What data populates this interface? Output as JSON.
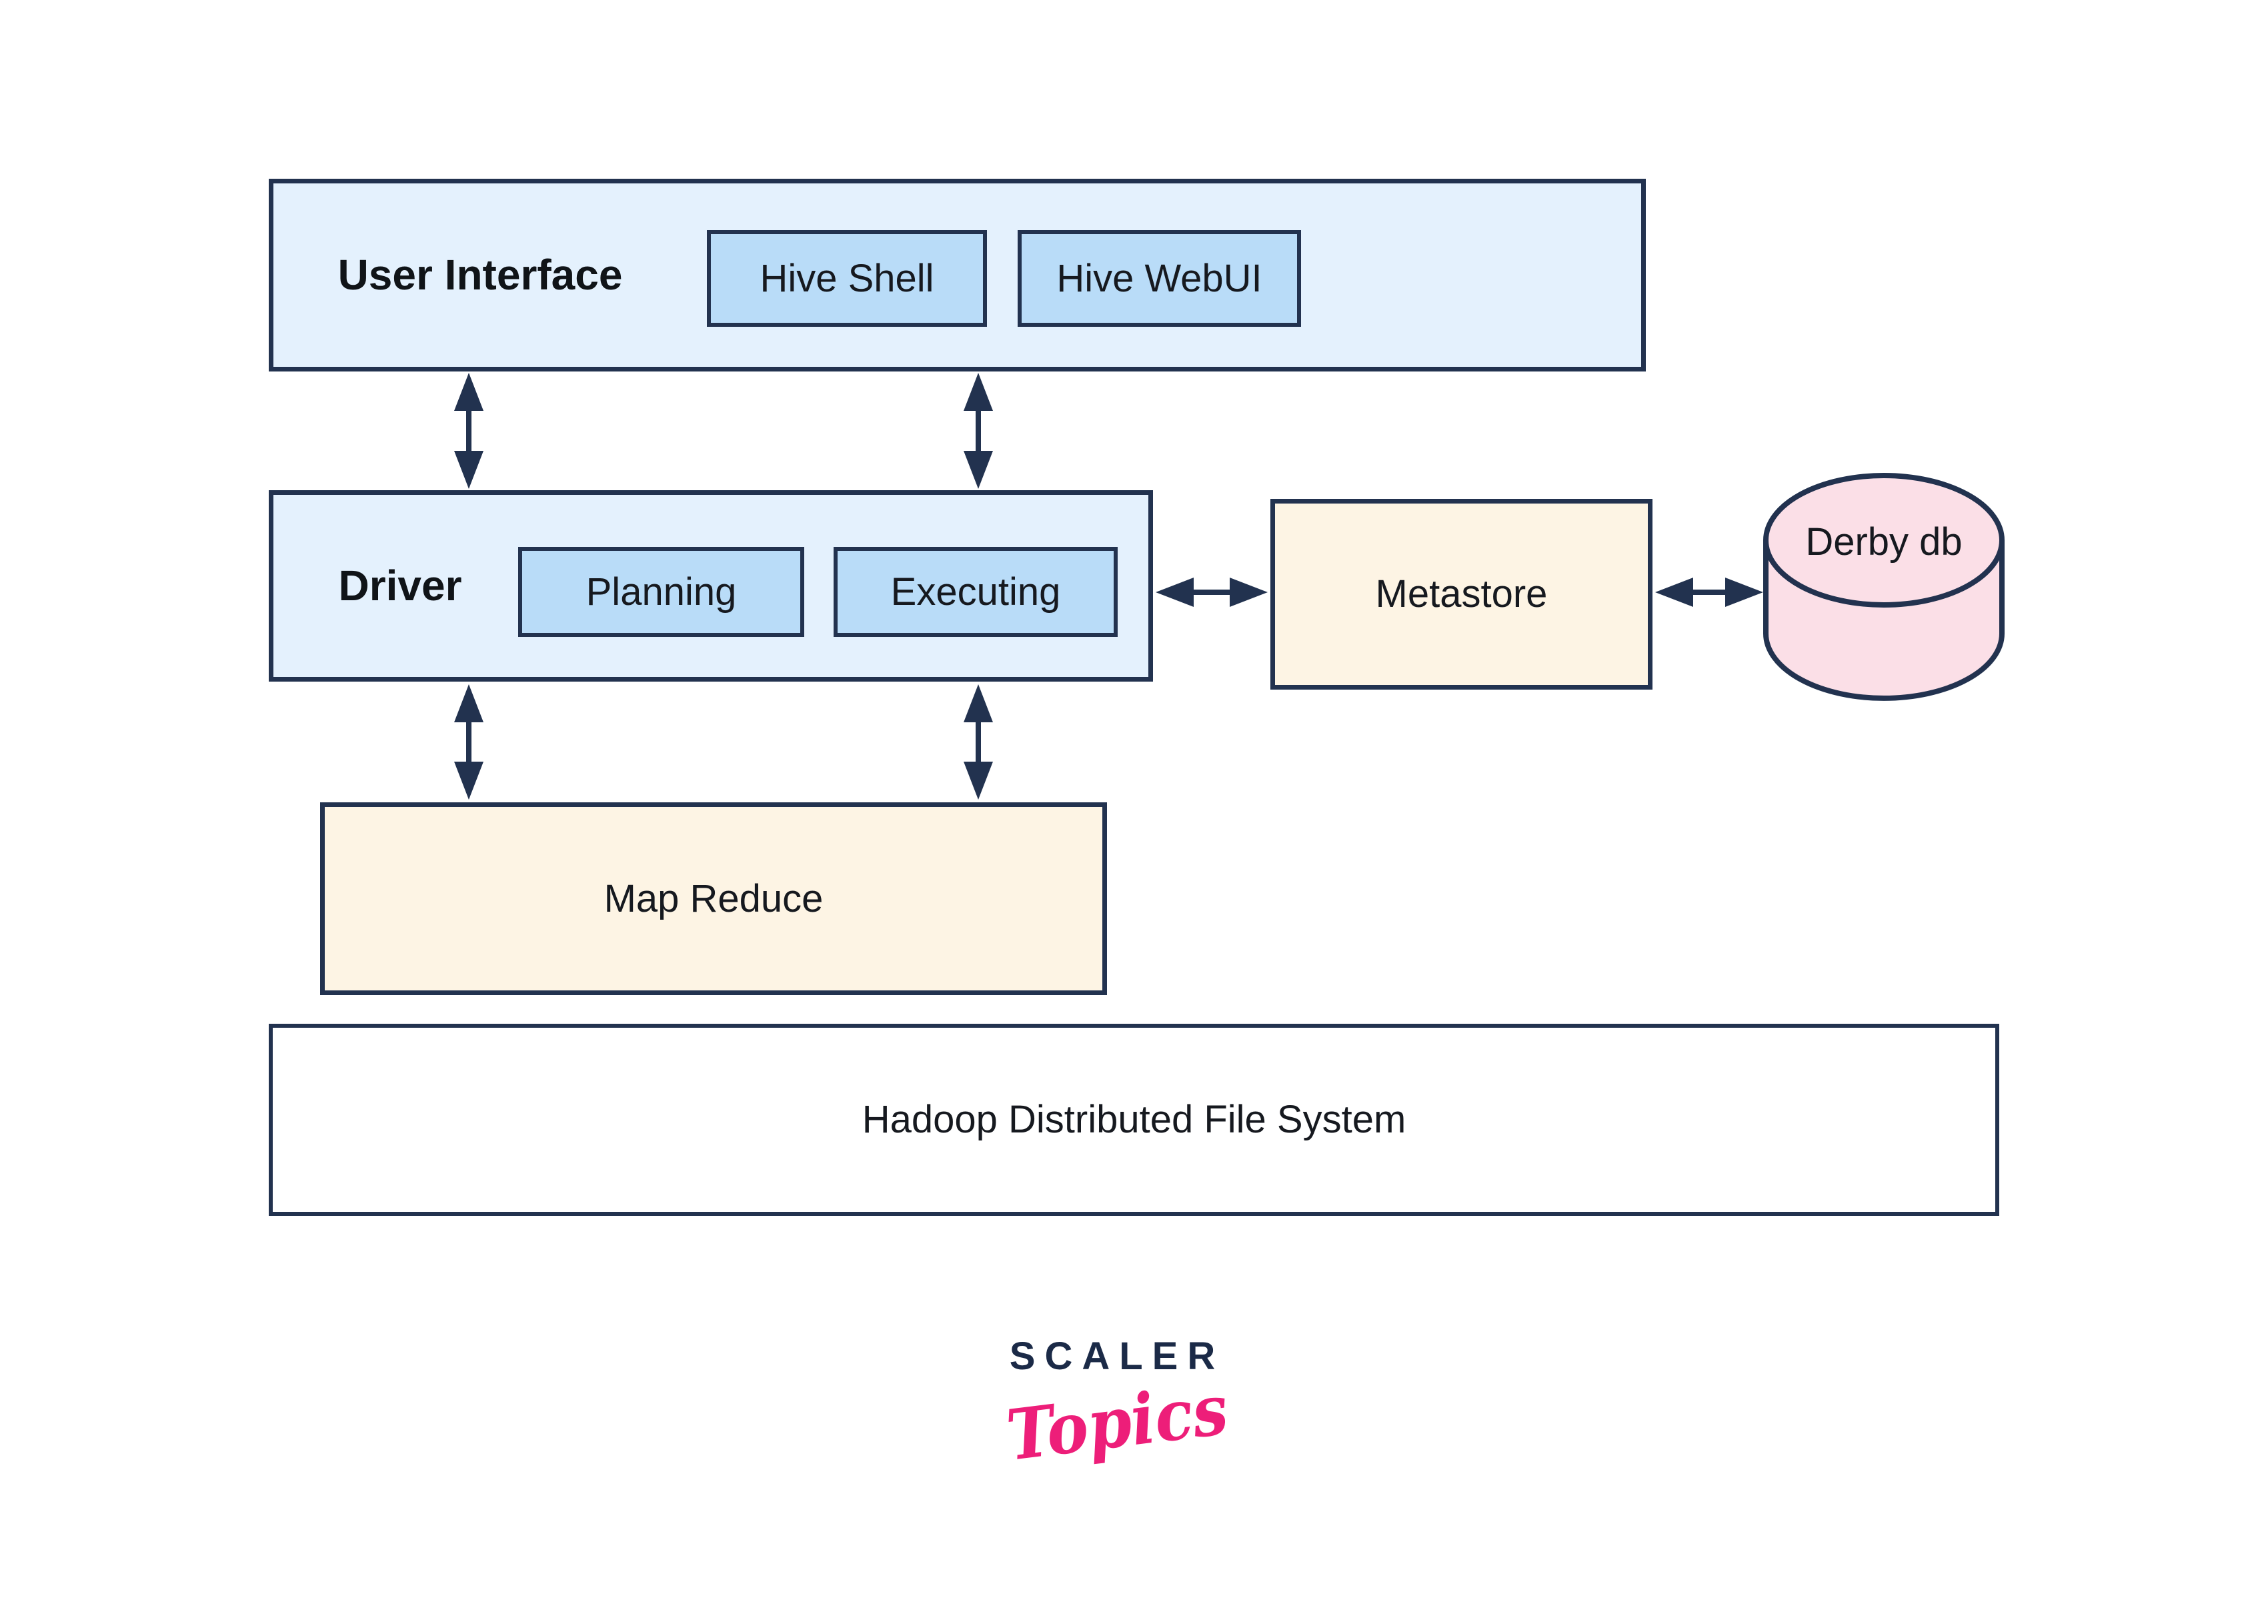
{
  "boxes": {
    "user_interface": "User Interface",
    "hive_shell": "Hive Shell",
    "hive_webui": "Hive WebUI",
    "driver": "Driver",
    "planning": "Planning",
    "executing": "Executing",
    "metastore": "Metastore",
    "derby_db": "Derby db",
    "map_reduce": "Map Reduce",
    "hdfs": "Hadoop Distributed File System"
  },
  "logo": {
    "brand": "SCALER",
    "sub": "Topics"
  },
  "colors": {
    "border_navy": "#22324f",
    "light_blue": "#e4f1fd",
    "mid_blue": "#b9dcf8",
    "cream": "#fdf4e4",
    "pink": "#fbdfe7",
    "logo_navy": "#1b2a47",
    "logo_pink": "#ed1e79",
    "background": "#ffffff"
  }
}
